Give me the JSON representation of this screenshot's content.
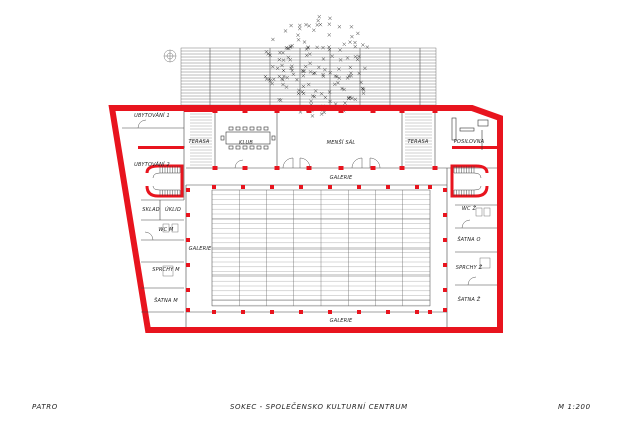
{
  "footer": {
    "left": "PATRO",
    "center": "SOKEC - SPOLEČENSKO KULTURNÍ CENTRUM",
    "right": "M 1:200"
  },
  "rooms": {
    "ubytovani_1": "UBYTOVÁNÍ 1",
    "ubytovani_2": "UBYTOVÁNÍ 2",
    "terasa_left": "TERASA",
    "klub": "KLUB",
    "mensi_sal": "MENŠÍ SÁL",
    "terasa_right": "TERASA",
    "posilovna": "POSILOVNA",
    "galerie_top": "GALERIE",
    "galerie_left": "GALERIE",
    "galerie_bottom": "GALERIE",
    "sklad": "SKLAD",
    "uklid": "ÚKLID",
    "wc_m": "WC M",
    "sprchy_m": "SPRCHY M",
    "satna_m": "ŠATNA M",
    "wc_z": "WC Ž",
    "satna_o": "ŠATNA O",
    "sprchy_z": "SPRCHY Ž",
    "satna_z": "ŠATNA Ž"
  },
  "colors": {
    "wall": "#e8141e",
    "line": "#444444",
    "background": "#ffffff"
  }
}
